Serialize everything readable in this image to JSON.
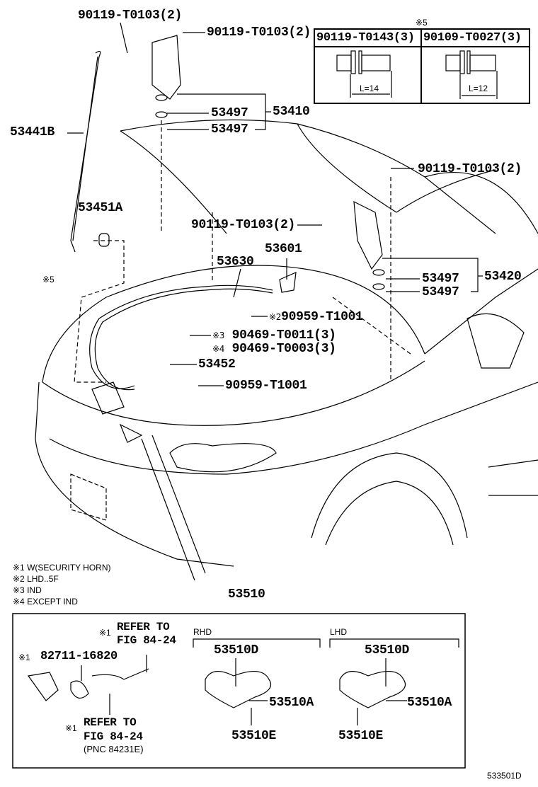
{
  "callouts": {
    "hinge_bolt_left_top": "90119-T0103(2)",
    "hinge_bolt_left_right": "90119-T0103(2)",
    "hinge_left": "53410",
    "washer_left_1": "53497",
    "washer_left_2": "53497",
    "support_rod": "53441B",
    "hinge_bolt_right_top": "90119-T0103(2)",
    "rod_holder": "53451A",
    "hinge_bolt_right_left": "90119-T0103(2)",
    "release_handle": "53601",
    "release_cable": "53630",
    "note5_bolt": "※5",
    "hinge_right": "53420",
    "washer_right_1": "53497",
    "washer_right_2": "53497",
    "clamp_lhd": {
      "mark": "※2",
      "part": "90959-T1001"
    },
    "clamp_ind": {
      "mark": "※3",
      "part": "90469-T0011(3)"
    },
    "clamp_except_ind": {
      "mark": "※4",
      "part": "90469-T0003(3)"
    },
    "cable_clamp": "53452",
    "clamp_bottom": "90959-T1001",
    "hood_lock": "53510"
  },
  "bolt_table": {
    "mark": "※5",
    "columns": [
      {
        "part": "90119-T0143(3)",
        "length": "L=14"
      },
      {
        "part": "90109-T0027(3)",
        "length": "L=12"
      }
    ]
  },
  "notes": [
    "※1 W(SECURITY HORN)",
    "※2 LHD..5F",
    "※3 IND",
    "※4 EXCEPT IND"
  ],
  "detail_box": {
    "refer_top": {
      "mark": "※1",
      "line1": "REFER TO",
      "line2": "FIG 84-24"
    },
    "switch": {
      "mark": "※1",
      "part": "82711-16820"
    },
    "refer_bottom": {
      "mark": "※1",
      "line1": "REFER TO",
      "line2": "FIG 84-24",
      "line3": "(PNC 84231E)"
    },
    "rhd": {
      "label": "RHD",
      "d": "53510D",
      "a": "53510A",
      "e": "53510E"
    },
    "lhd": {
      "label": "LHD",
      "d": "53510D",
      "a": "53510A",
      "e": "53510E"
    }
  },
  "figure_id": "533501D"
}
